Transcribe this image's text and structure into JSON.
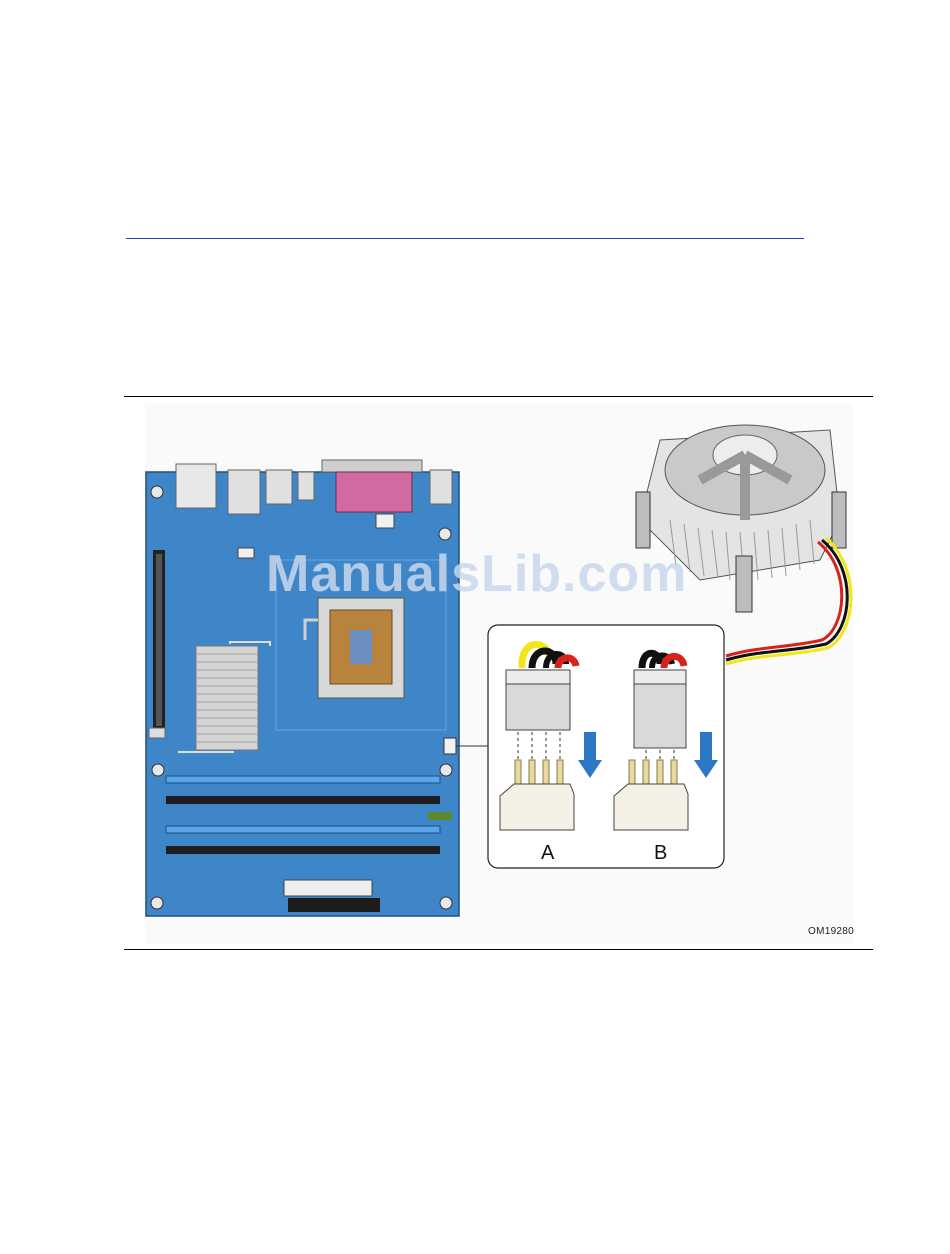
{
  "figure": {
    "connector_labels": {
      "a": "A",
      "b": "B"
    },
    "figure_id": "OM19280"
  },
  "watermark": {
    "text": "ManualsLib.com"
  },
  "colors": {
    "board": "#3f86c8",
    "board_dark": "#2e6fae",
    "dimm_blue": "#5aa4e8",
    "dimm_black": "#1d1d1d",
    "wire_yellow": "#f2e61a",
    "wire_red": "#d8221c",
    "wire_black": "#111111",
    "arrow_blue": "#2d78c4"
  }
}
